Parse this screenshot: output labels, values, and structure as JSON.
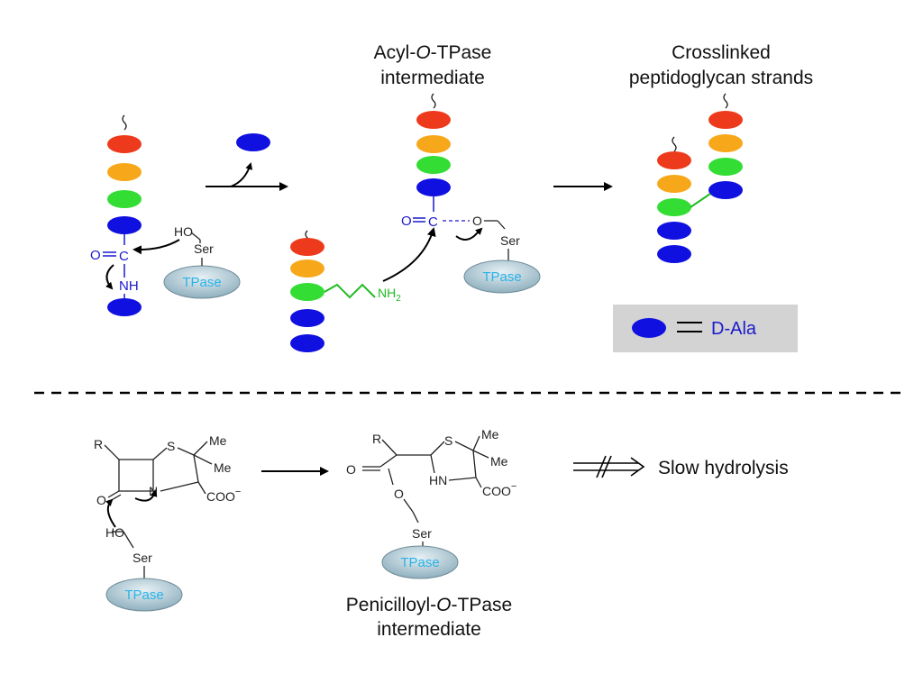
{
  "labels": {
    "acyl_title_line1_pre": "Acyl-",
    "acyl_title_line1_italic": "O",
    "acyl_title_line1_post": "-TPase",
    "acyl_title_line2": "intermediate",
    "crosslinked_line1": "Crosslinked",
    "crosslinked_line2": "peptidoglycan strands",
    "slow_hydrolysis": "Slow hydrolysis",
    "penicilloyl_line1_pre": "Penicilloyl-",
    "penicilloyl_line1_italic": "O",
    "penicilloyl_line1_post": "-TPase",
    "penicilloyl_line2": "intermediate",
    "legend_text": "D-Ala"
  },
  "enzyme": {
    "label": "TPase"
  },
  "chem": {
    "ser": "Ser",
    "ho": "HO",
    "o": "O",
    "c": "C",
    "nh": "NH",
    "nh2": "NH",
    "nh2_sub": "2",
    "r": "R",
    "s": "S",
    "me": "Me",
    "n": "N",
    "hn": "HN",
    "coo": "COO",
    "minus": "−"
  },
  "colors": {
    "red": "#ee3a1c",
    "orange": "#f7a81a",
    "green": "#33dd33",
    "blue": "#1010e0",
    "chem_blue": "#1a1acc",
    "linker_green": "#22bb22",
    "legend_bg": "#d3d3d3",
    "enzyme_fill": "#a9c3cf",
    "enzyme_text": "#2bb3e8"
  }
}
